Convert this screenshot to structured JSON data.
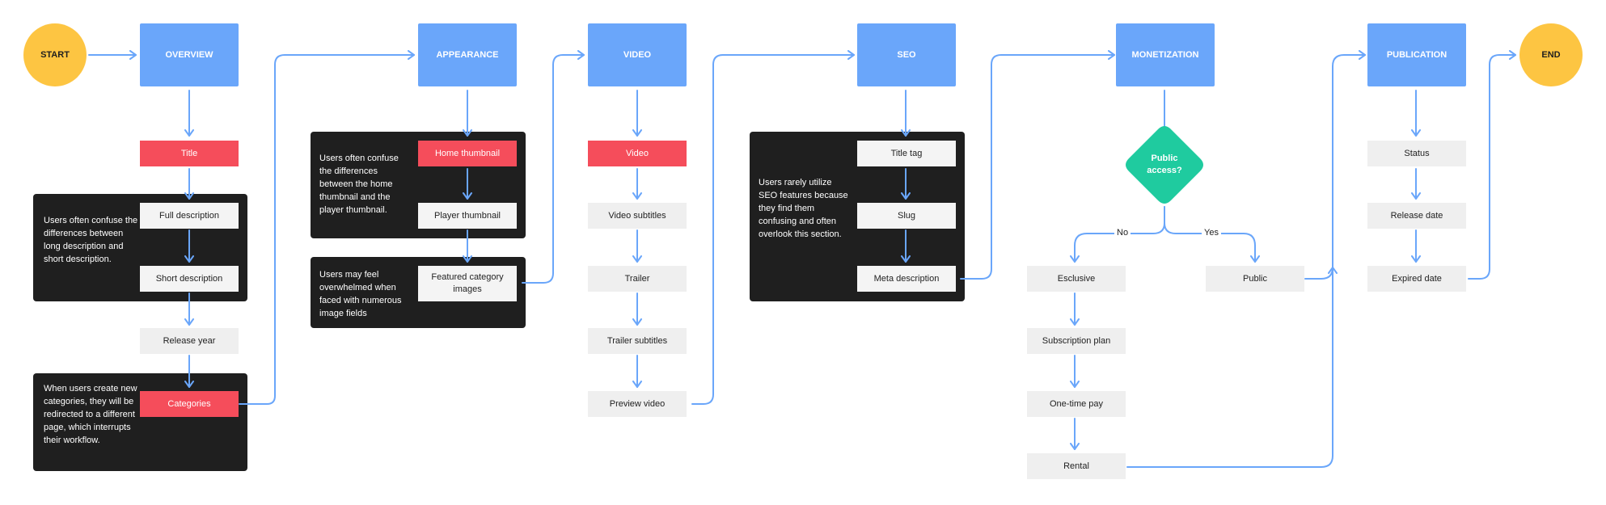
{
  "colors": {
    "step": "#6aa6fa",
    "terminal": "#fdc542",
    "highlight": "#f54d5b",
    "field": "#efefef",
    "note": "#1f1f1f",
    "decision": "#1fcb9f",
    "connector": "#6aa6fa"
  },
  "terminals": {
    "start": "START",
    "end": "END"
  },
  "steps": {
    "overview": "OVERVIEW",
    "appearance": "APPEARANCE",
    "video": "VIDEO",
    "seo": "SEO",
    "monetization": "MONETIZATION",
    "publication": "PUBLICATION"
  },
  "overview": {
    "title": "Title",
    "full_description": "Full description",
    "short_description": "Short description",
    "release_year": "Release year",
    "categories": "Categories"
  },
  "appearance": {
    "home_thumbnail": "Home thumbnail",
    "player_thumbnail": "Player thumbnail",
    "featured_category_images": "Featured category images"
  },
  "video": {
    "video": "Video",
    "video_subtitles": "Video subtitles",
    "trailer": "Trailer",
    "trailer_subtitles": "Trailer subtitles",
    "preview_video": "Preview video"
  },
  "seo": {
    "title_tag": "Title tag",
    "slug": "Slug",
    "meta_description": "Meta description"
  },
  "monetization": {
    "decision": "Public access?",
    "no_label": "No",
    "yes_label": "Yes",
    "esclusive": "Esclusive",
    "subscription_plan": "Subscription plan",
    "one_time_pay": "One-time pay",
    "rental": "Rental",
    "public": "Public"
  },
  "publication": {
    "status": "Status",
    "release_date": "Release date",
    "expired_date": "Expired date"
  },
  "notes": {
    "description_note": "Users often confuse the differences between long description and short description.",
    "categories_note": "When users create new categories, they will be redirected to a different page, which interrupts their workflow.",
    "thumbnail_note": "Users often confuse the differences between the home thumbnail and the player thumbnail.",
    "image_fields_note": "Users may feel overwhelmed when faced with numerous image fields",
    "seo_note": "Users rarely utilize SEO features because they find them confusing and often overlook this section."
  }
}
